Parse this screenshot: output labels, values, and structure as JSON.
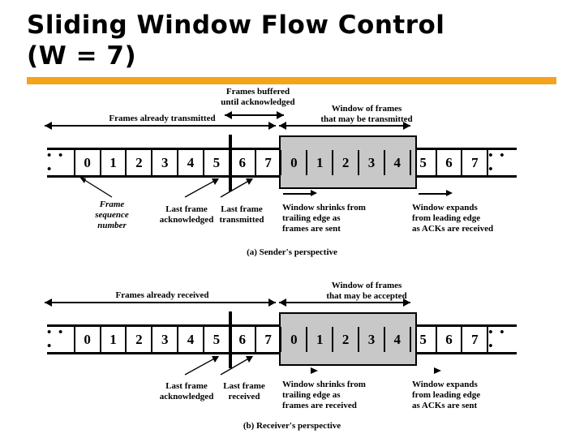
{
  "slide": {
    "title_line1": "Sliding Window Flow Control",
    "title_line2": "(W = 7)",
    "accent_color": "#F5A318",
    "window_fill_color": "#C8C8C8"
  },
  "sender": {
    "caption": "(a) Sender's perspective",
    "labels": {
      "frames_buffered": "Frames buffered\nuntil acknowledged",
      "window_of_frames": "Window of frames\nthat may be transmitted",
      "frames_already": "Frames already transmitted",
      "frame_sequence_number": "Frame\nsequence\nnumber",
      "last_frame_acknowledged": "Last frame\nacknowledged",
      "last_frame_transmitted": "Last frame\ntransmitted",
      "window_shrinks": "Window shrinks from\ntrailing edge as\nframes are sent",
      "window_expands": "Window expands\nfrom leading edge\nas ACKs are received"
    },
    "cells": [
      {
        "text": "• • •",
        "shaded": false,
        "ellipsis": true
      },
      {
        "text": "0",
        "shaded": false
      },
      {
        "text": "1",
        "shaded": false
      },
      {
        "text": "2",
        "shaded": false
      },
      {
        "text": "3",
        "shaded": false
      },
      {
        "text": "4",
        "shaded": false
      },
      {
        "text": "5",
        "shaded": false
      },
      {
        "text": "6",
        "shaded": false
      },
      {
        "text": "7",
        "shaded": false
      },
      {
        "text": "0",
        "shaded": true
      },
      {
        "text": "1",
        "shaded": true
      },
      {
        "text": "2",
        "shaded": true
      },
      {
        "text": "3",
        "shaded": true
      },
      {
        "text": "4",
        "shaded": true
      },
      {
        "text": "5",
        "shaded": false
      },
      {
        "text": "6",
        "shaded": false
      },
      {
        "text": "7",
        "shaded": false
      },
      {
        "text": "• • •",
        "shaded": false,
        "ellipsis": true
      }
    ]
  },
  "receiver": {
    "caption": "(b) Receiver's perspective",
    "labels": {
      "window_of_frames": "Window of frames\nthat may be accepted",
      "frames_already": "Frames already received",
      "last_frame_acknowledged": "Last frame\nacknowledged",
      "last_frame_received": "Last frame\nreceived",
      "window_shrinks": "Window shrinks from\ntrailing edge as\nframes are received",
      "window_expands": "Window expands\nfrom leading edge\nas ACKs are sent"
    },
    "cells": [
      {
        "text": "• • •",
        "shaded": false,
        "ellipsis": true
      },
      {
        "text": "0",
        "shaded": false
      },
      {
        "text": "1",
        "shaded": false
      },
      {
        "text": "2",
        "shaded": false
      },
      {
        "text": "3",
        "shaded": false
      },
      {
        "text": "4",
        "shaded": false
      },
      {
        "text": "5",
        "shaded": false
      },
      {
        "text": "6",
        "shaded": false
      },
      {
        "text": "7",
        "shaded": false
      },
      {
        "text": "0",
        "shaded": true
      },
      {
        "text": "1",
        "shaded": true
      },
      {
        "text": "2",
        "shaded": true
      },
      {
        "text": "3",
        "shaded": true
      },
      {
        "text": "4",
        "shaded": true
      },
      {
        "text": "5",
        "shaded": false
      },
      {
        "text": "6",
        "shaded": false
      },
      {
        "text": "7",
        "shaded": false
      },
      {
        "text": "• • •",
        "shaded": false,
        "ellipsis": true
      }
    ]
  }
}
